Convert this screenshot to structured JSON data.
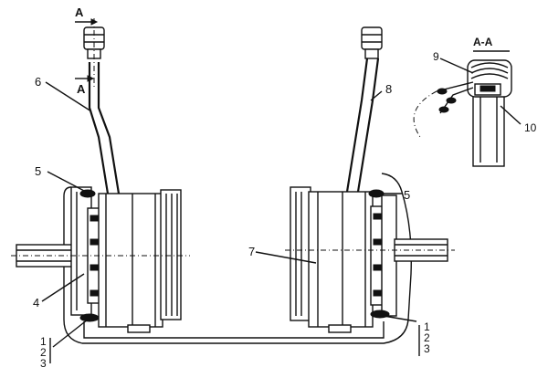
{
  "section_marker": "A",
  "section_title": "A-A",
  "callouts": {
    "c1_left": "1",
    "c2_left": "2",
    "c3_left": "3",
    "c4": "4",
    "c5_left": "5",
    "c5_right": "5",
    "c6": "6",
    "c7": "7",
    "c8": "8",
    "c9": "9",
    "c10": "10",
    "c1_right": "1",
    "c2_right": "2",
    "c3_right": "3"
  }
}
